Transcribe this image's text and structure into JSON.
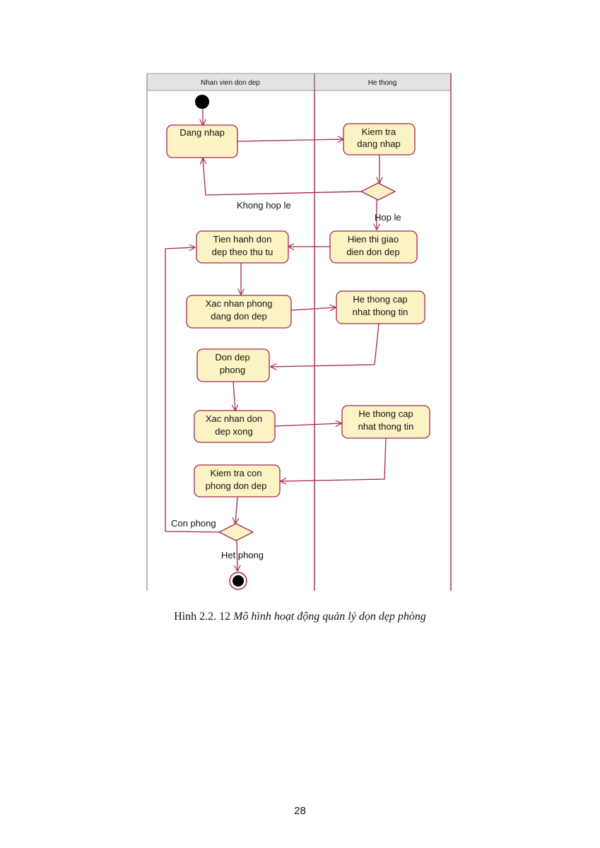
{
  "diagram": {
    "swimlanes": [
      {
        "id": "staff",
        "label": "Nhan vien don dep"
      },
      {
        "id": "system",
        "label": "He thong"
      }
    ],
    "activities": [
      {
        "id": "dang_nhap",
        "lane": "staff",
        "lines": [
          "Dang nhap"
        ]
      },
      {
        "id": "kiem_tra_dang_nhap",
        "lane": "system",
        "lines": [
          "Kiem tra",
          "dang nhap"
        ]
      },
      {
        "id": "hien_thi",
        "lane": "system",
        "lines": [
          "Hien thi giao",
          "dien don dep"
        ]
      },
      {
        "id": "tien_hanh",
        "lane": "staff",
        "lines": [
          "Tien hanh don",
          "dep theo thu tu"
        ]
      },
      {
        "id": "xac_nhan_phong",
        "lane": "staff",
        "lines": [
          "Xac nhan phong",
          "dang don dep"
        ]
      },
      {
        "id": "cap_nhat_1",
        "lane": "system",
        "lines": [
          "He thong cap",
          "nhat thong tin"
        ]
      },
      {
        "id": "don_dep_phong",
        "lane": "staff",
        "lines": [
          "Don dep",
          "phong"
        ]
      },
      {
        "id": "xac_nhan_xong",
        "lane": "staff",
        "lines": [
          "Xac nhan don",
          "dep xong"
        ]
      },
      {
        "id": "cap_nhat_2",
        "lane": "system",
        "lines": [
          "He thong cap",
          "nhat thong tin"
        ]
      },
      {
        "id": "kiem_tra_con",
        "lane": "staff",
        "lines": [
          "Kiem tra con",
          "phong don dep"
        ]
      }
    ],
    "decisions": [
      {
        "id": "dec_login",
        "lane": "system"
      },
      {
        "id": "dec_room",
        "lane": "staff"
      }
    ],
    "guards": {
      "invalid": "Khong hop le",
      "valid": "Hop le",
      "more_rooms": "Con phong",
      "no_rooms": "Het phong"
    },
    "flows": [
      {
        "from": "start",
        "to": "dang_nhap"
      },
      {
        "from": "dang_nhap",
        "to": "kiem_tra_dang_nhap"
      },
      {
        "from": "kiem_tra_dang_nhap",
        "to": "dec_login"
      },
      {
        "from": "dec_login",
        "to": "dang_nhap",
        "guard": "Khong hop le"
      },
      {
        "from": "dec_login",
        "to": "hien_thi",
        "guard": "Hop le"
      },
      {
        "from": "hien_thi",
        "to": "tien_hanh"
      },
      {
        "from": "tien_hanh",
        "to": "xac_nhan_phong"
      },
      {
        "from": "xac_nhan_phong",
        "to": "cap_nhat_1"
      },
      {
        "from": "cap_nhat_1",
        "to": "don_dep_phong"
      },
      {
        "from": "don_dep_phong",
        "to": "xac_nhan_xong"
      },
      {
        "from": "xac_nhan_xong",
        "to": "cap_nhat_2"
      },
      {
        "from": "cap_nhat_2",
        "to": "kiem_tra_con"
      },
      {
        "from": "kiem_tra_con",
        "to": "dec_room"
      },
      {
        "from": "dec_room",
        "to": "tien_hanh",
        "guard": "Con phong"
      },
      {
        "from": "dec_room",
        "to": "end",
        "guard": "Het phong"
      }
    ],
    "colors": {
      "activity_fill": "#fbf3c4",
      "line": "#a3264a",
      "lane_header": "#e3e3e3"
    }
  },
  "caption": {
    "prefix": "Hình 2.2. 12",
    "title": "Mô hình hoạt động quản lý dọn dẹp phòng"
  },
  "page_number": "28"
}
